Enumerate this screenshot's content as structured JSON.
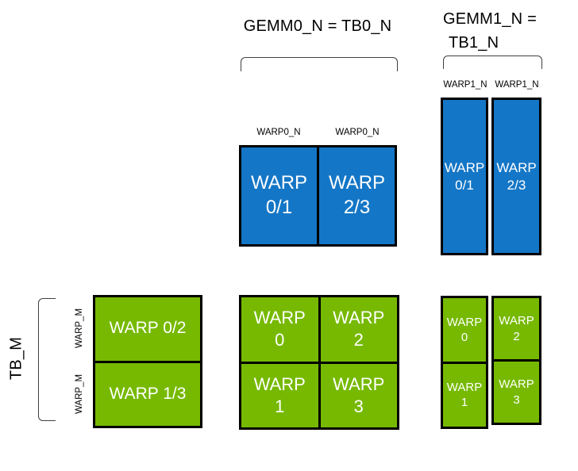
{
  "colors": {
    "warp_blue": "#1476c6",
    "warp_green": "#76b900",
    "box_border": "#000000",
    "bracket": "#3f3f3f",
    "heading_text": "#000000",
    "cell_text": "#ffffff"
  },
  "headings": {
    "gemm0_n": "GEMM0_N = TB0_N",
    "gemm1_n_line1": "GEMM1_N =",
    "gemm1_n_line2": "TB1_N",
    "tb_m": "TB_M"
  },
  "gemm0_b_tiles": {
    "col_labels": [
      "WARP0_N",
      "WARP0_N"
    ],
    "cells": [
      {
        "line1": "WARP",
        "line2": "0/1"
      },
      {
        "line1": "WARP",
        "line2": "2/3"
      }
    ]
  },
  "gemm1_b_tiles": {
    "col_labels": [
      "WARP1_N",
      "WARP1_N"
    ],
    "cells": [
      {
        "line1": "WARP",
        "line2": "0/1"
      },
      {
        "line1": "WARP",
        "line2": "2/3"
      }
    ]
  },
  "a_tiles": {
    "row_labels": [
      "WARP_M",
      "WARP_M"
    ],
    "cells": [
      {
        "text": "WARP 0/2"
      },
      {
        "text": "WARP 1/3"
      }
    ]
  },
  "gemm0_acc_tiles": {
    "cells": [
      {
        "line1": "WARP",
        "line2": "0"
      },
      {
        "line1": "WARP",
        "line2": "2"
      },
      {
        "line1": "WARP",
        "line2": "1"
      },
      {
        "line1": "WARP",
        "line2": "3"
      }
    ]
  },
  "gemm1_acc_tiles": {
    "cells": [
      {
        "line1": "WARP",
        "line2": "0"
      },
      {
        "line1": "WARP",
        "line2": "2"
      },
      {
        "line1": "WARP",
        "line2": "1"
      },
      {
        "line1": "WARP",
        "line2": "3"
      }
    ]
  }
}
